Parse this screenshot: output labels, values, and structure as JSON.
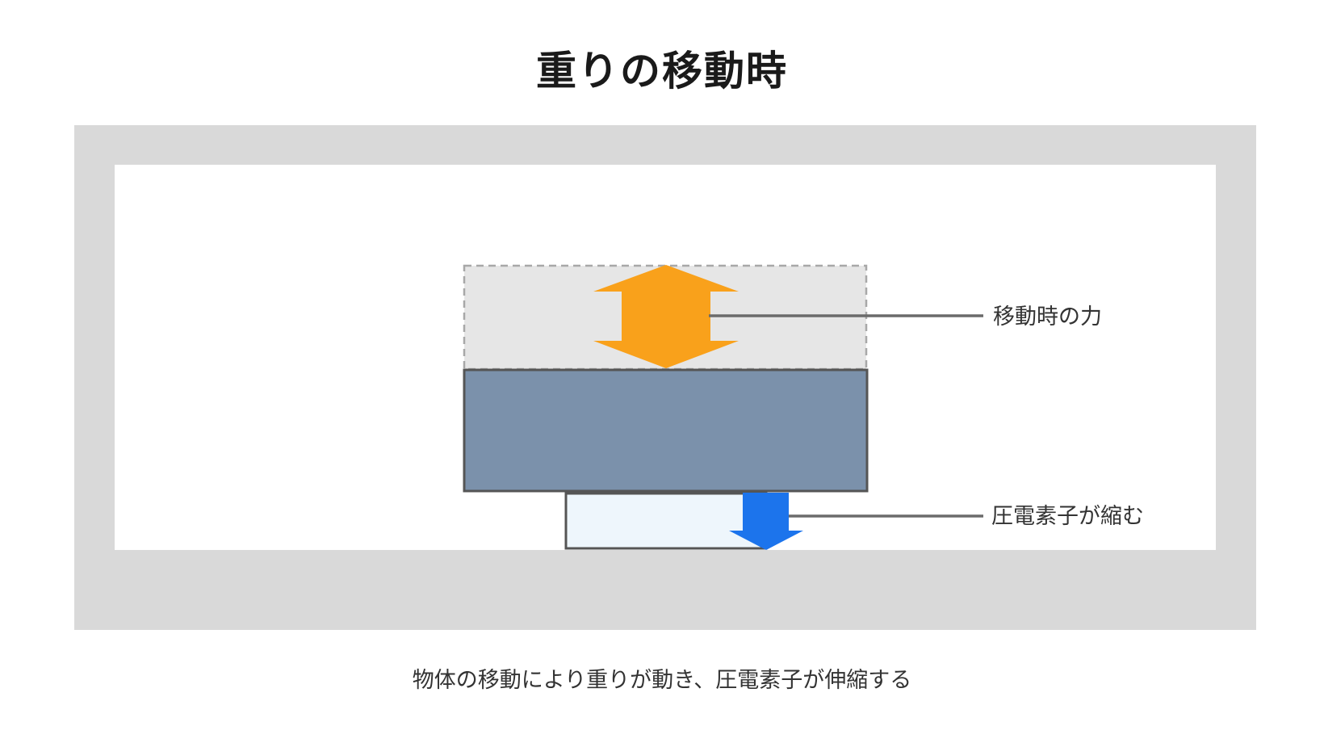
{
  "title": "重りの移動時",
  "labels": {
    "force_during_motion": "移動時の力",
    "piezo_contracts": "圧電素子が縮む"
  },
  "caption": "物体の移動により重りが動き、圧電素子が伸縮する",
  "colors": {
    "frame": "#d9d9d9",
    "weight": "#7b91ab",
    "weight_border": "#555555",
    "ghost_weight": "#e6e6e6",
    "piezo": "#eef6fc",
    "orange_arrow": "#f9a11b",
    "blue_arrow": "#1c74ec",
    "leader_line": "#6b6b6b"
  },
  "icons": {
    "double_arrow": "orange-double-arrow-icon",
    "down_arrow": "blue-down-arrow-icon"
  }
}
